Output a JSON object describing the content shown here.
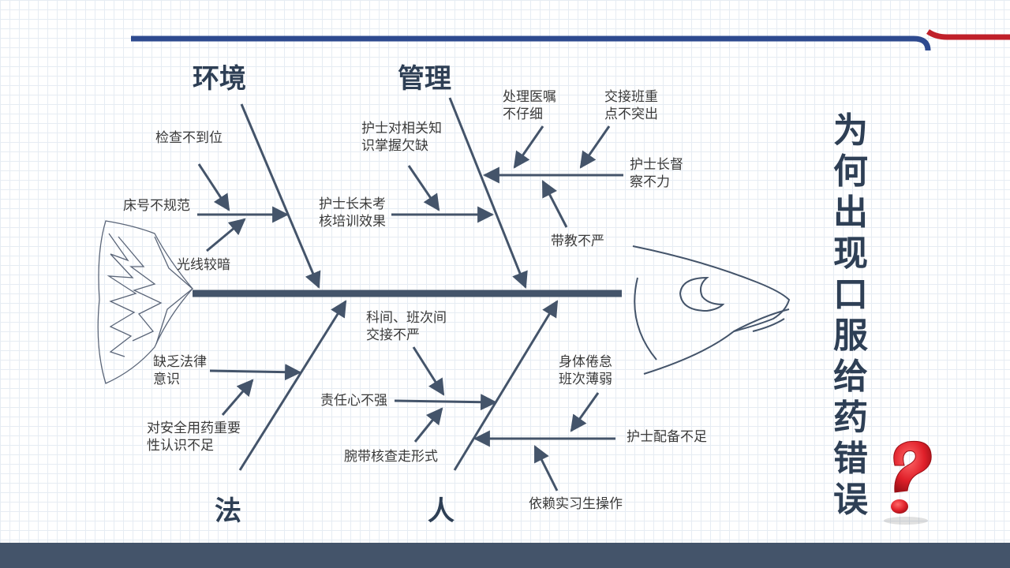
{
  "title": "为何出现口服给药错误",
  "categories": {
    "environment": "环境",
    "management": "管理",
    "law": "法",
    "people": "人"
  },
  "causes": {
    "inspection_inadequate": "检查不到位",
    "bed_number_irregular": "床号不规范",
    "dim_lighting": "光线较暗",
    "nurse_knowledge_lacking": "护士对相关知\n识掌握欠缺",
    "head_nurse_no_assessment": "护士长未考\n核培训效果",
    "orders_not_careful": "处理医嘱\n不仔细",
    "handover_not_highlighted": "交接班重\n点不突出",
    "head_nurse_supervision": "护士长督\n察不力",
    "teaching_not_strict": "带教不严",
    "lack_legal_awareness": "缺乏法律\n意识",
    "safety_awareness_insufficient": "对安全用药重要\n性认识不足",
    "handover_between_shifts": "科间、班次间\n交接不严",
    "weak_responsibility": "责任心不强",
    "wristband_formality": "腕带核查走形式",
    "fatigue_weak_shift": "身体倦怠\n班次薄弱",
    "nurse_staffing_insufficient": "护士配备不足",
    "rely_on_interns": "依赖实习生操作"
  },
  "colors": {
    "bone": "#44546a",
    "accent_blue": "#2e4a8f",
    "accent_red": "#c0202a",
    "question_mark": "#e0202a"
  },
  "icons": {
    "fish_head": "fish-head-icon",
    "fish_tail": "fish-tail-icon",
    "question": "question-mark-icon"
  }
}
